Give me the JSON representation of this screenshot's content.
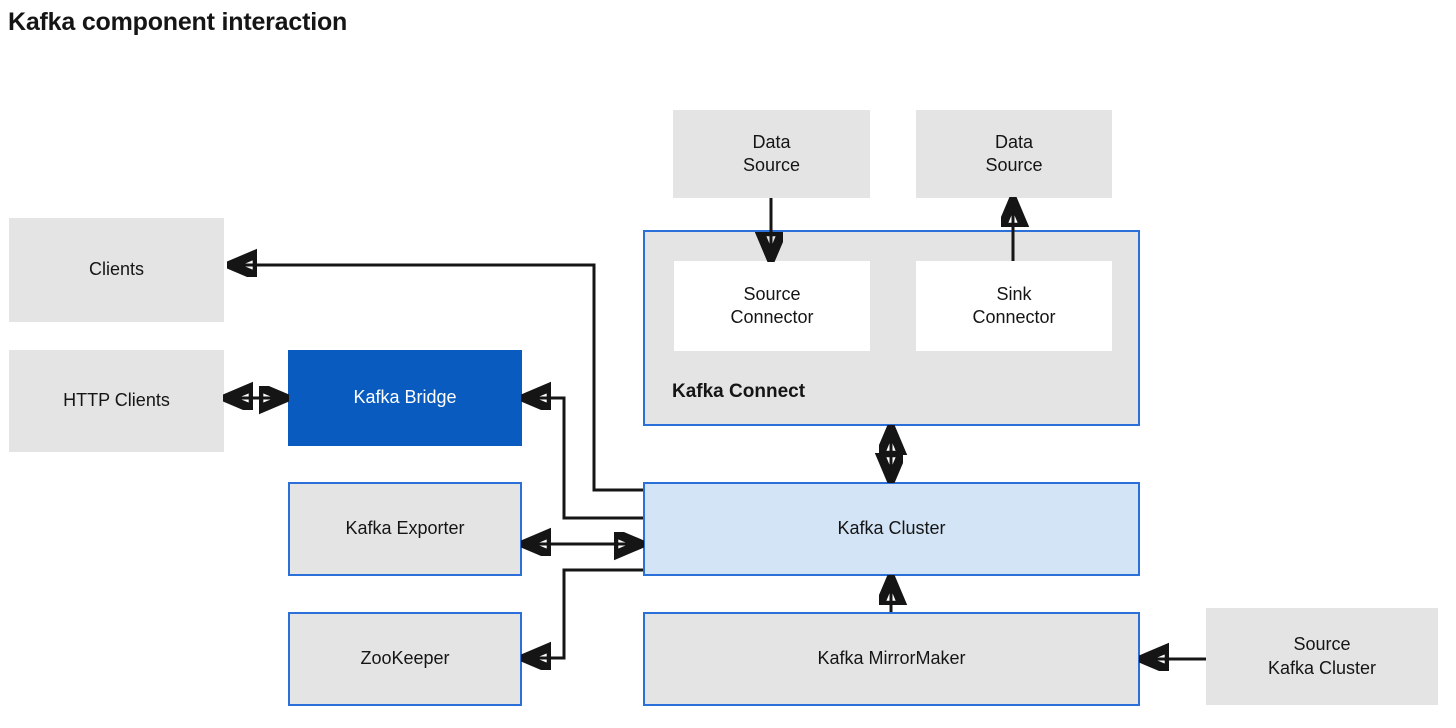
{
  "page": {
    "title": "Kafka component interaction"
  },
  "colors": {
    "node_gray": "#e4e4e4",
    "node_white": "#ffffff",
    "node_light_blue": "#d3e4f6",
    "node_blue": "#0a5bbf",
    "border_blue": "#2b70d8",
    "arrow": "#151515",
    "background": "#ffffff"
  },
  "nodes": {
    "clients": {
      "label": "Clients"
    },
    "http_clients": {
      "label": "HTTP Clients"
    },
    "kafka_bridge": {
      "label": "Kafka Bridge"
    },
    "kafka_exporter": {
      "label": "Kafka Exporter"
    },
    "zookeeper": {
      "label": "ZooKeeper"
    },
    "data_source_left": {
      "label": "Data\nSource"
    },
    "data_source_right": {
      "label": "Data\nSource"
    },
    "source_connector": {
      "label": "Source\nConnector"
    },
    "sink_connector": {
      "label": "Sink\nConnector"
    },
    "kafka_connect": {
      "label": "Kafka Connect"
    },
    "kafka_cluster": {
      "label": "Kafka Cluster"
    },
    "kafka_mirrormaker": {
      "label": "Kafka MirrorMaker"
    },
    "source_kafka_cluster": {
      "label": "Source\nKafka Cluster"
    }
  },
  "connections": [
    {
      "name": "cluster-to-clients",
      "from": "kafka_cluster",
      "to": "clients",
      "direction": "one-way"
    },
    {
      "name": "http-clients-to-bridge",
      "from": "http_clients",
      "to": "kafka_bridge",
      "direction": "two-way"
    },
    {
      "name": "cluster-to-bridge",
      "from": "kafka_cluster",
      "to": "kafka_bridge",
      "direction": "one-way"
    },
    {
      "name": "exporter-to-cluster",
      "from": "kafka_exporter",
      "to": "kafka_cluster",
      "direction": "two-way"
    },
    {
      "name": "cluster-to-zookeeper",
      "from": "kafka_cluster",
      "to": "zookeeper",
      "direction": "one-way"
    },
    {
      "name": "data-source-to-source-connector",
      "from": "data_source_left",
      "to": "source_connector",
      "direction": "one-way"
    },
    {
      "name": "sink-connector-to-data-source",
      "from": "sink_connector",
      "to": "data_source_right",
      "direction": "one-way"
    },
    {
      "name": "connect-to-cluster",
      "from": "kafka_connect",
      "to": "kafka_cluster",
      "direction": "two-way"
    },
    {
      "name": "mirrormaker-to-cluster",
      "from": "kafka_mirrormaker",
      "to": "kafka_cluster",
      "direction": "one-way"
    },
    {
      "name": "source-cluster-to-mirrormaker",
      "from": "source_kafka_cluster",
      "to": "kafka_mirrormaker",
      "direction": "one-way"
    }
  ]
}
